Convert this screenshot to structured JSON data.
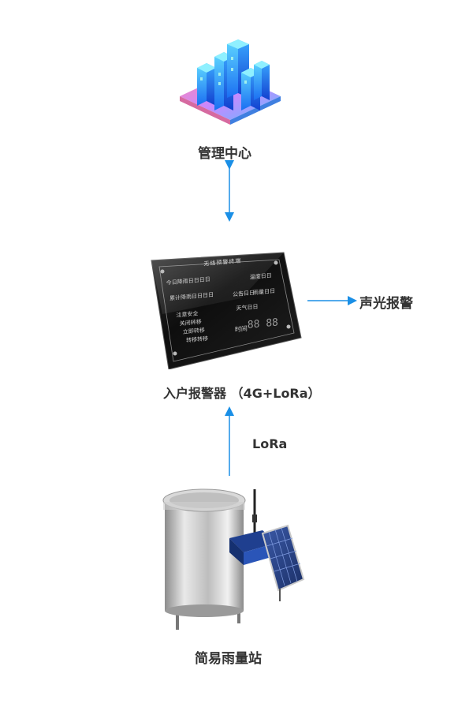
{
  "nodes": {
    "management_center": {
      "label": "管理中心"
    },
    "household_alarm": {
      "label": "入户报警器 （4G+LoRa）",
      "screen": {
        "title": "无线预警终端",
        "rows": [
          "今日降雨日日日日",
          "累计降雨日日日日",
          "注意安全",
          "关闭转移",
          "立即转移",
          "转移转移"
        ],
        "right_rows": [
          "温度日日",
          "公告日日",
          "雨量日日",
          "天气日日"
        ],
        "time_label": "时间"
      }
    },
    "sound_light_alarm": {
      "label": "声光报警"
    },
    "rain_station": {
      "label": "简易雨量站"
    }
  },
  "links": {
    "lora_label": "LoRa"
  },
  "colors": {
    "arrow": "#1a8fe6",
    "text": "#333333"
  }
}
